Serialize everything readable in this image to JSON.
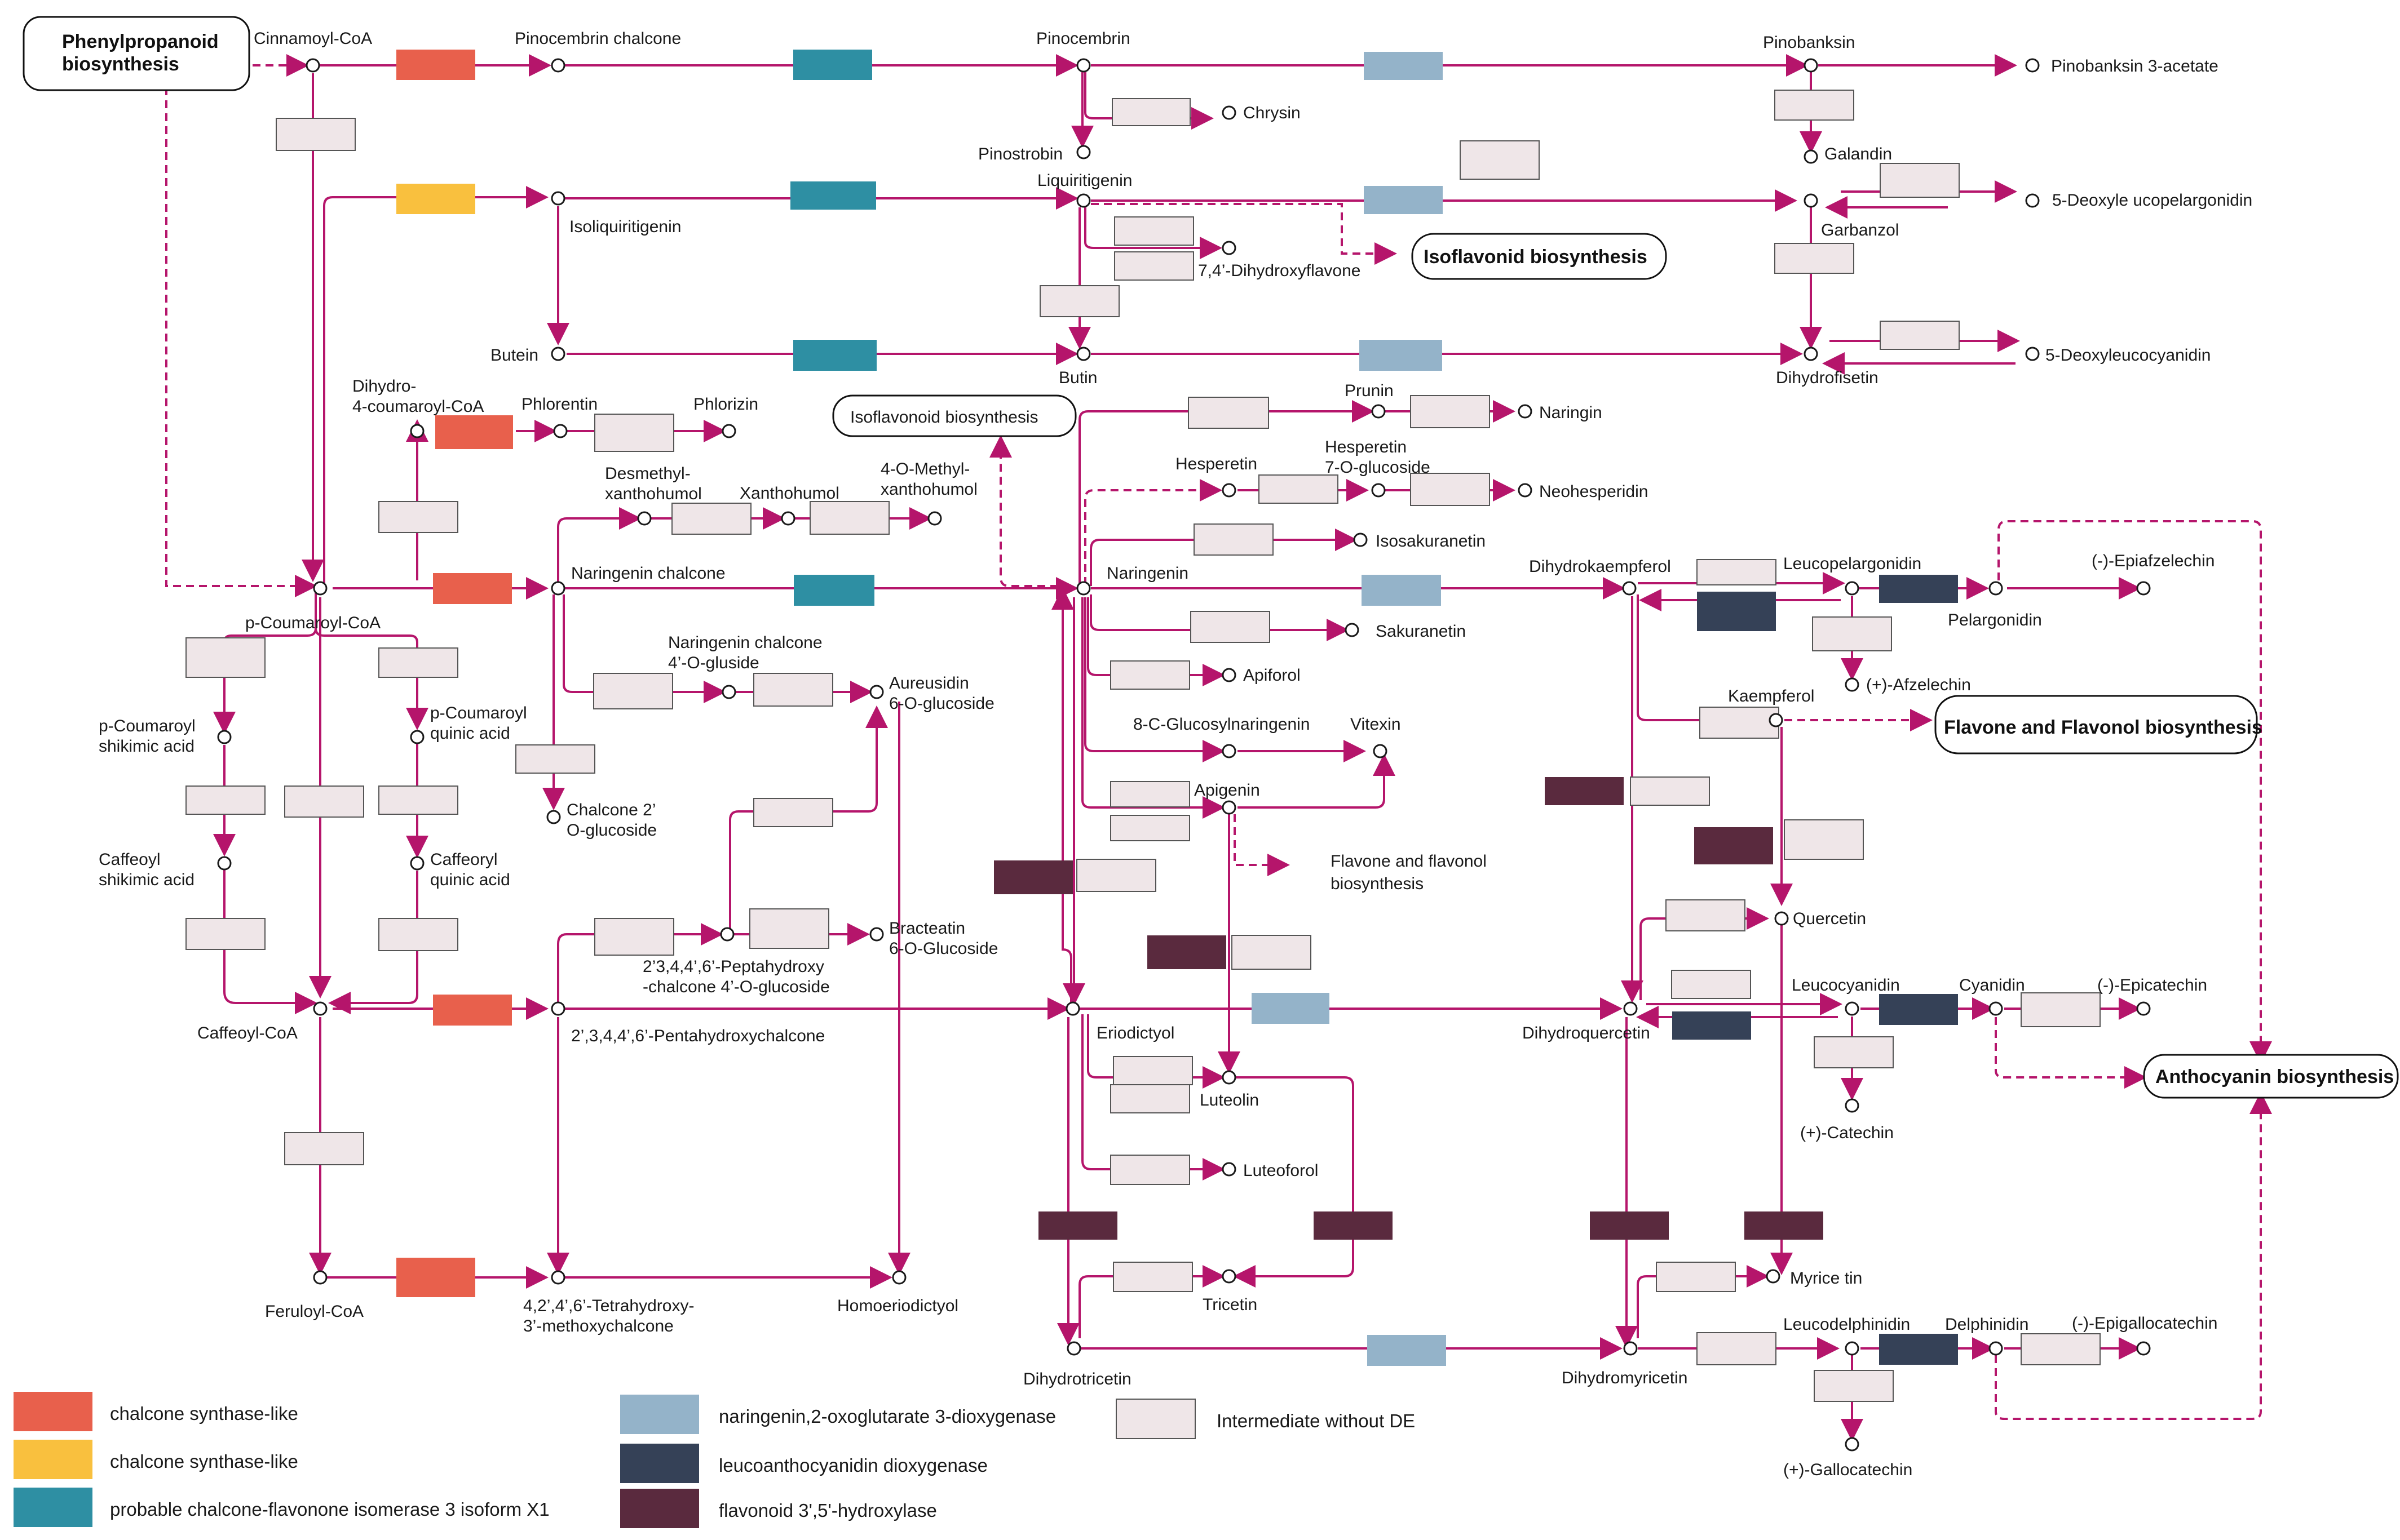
{
  "colors": {
    "edge": "#b5156b",
    "node_stroke": "#1a1a1a",
    "intermediate_fill": "#efe6e8",
    "intermediate_stroke": "#555555",
    "chs_red": "#e8604c",
    "chs_yellow": "#f9c03e",
    "chi_teal": "#2e8fa3",
    "f3h_lightblue": "#94b3c9",
    "ldox_navy": "#354157",
    "f35h_maroon": "#5a2a3e"
  },
  "pathways": {
    "phenylpropanoid": "Phenylpropanoid biosynthesis",
    "isoflavonid": "Isoflavonid biosynthesis",
    "isoflavonoid": "Isoflavonoid biosynthesis",
    "flavone_flavonol": "Flavone and Flavonol biosynthesis",
    "anthocyanin": "Anthocyanin biosynthesis",
    "flavone_flavonol_small": "Flavone and flavonol biosynthesis"
  },
  "compounds": {
    "cinnamoyl_coa": "Cinnamoyl-CoA",
    "pinocembrin_chalcone": "Pinocembrin chalcone",
    "pinocembrin": "Pinocembrin",
    "pinobanksin": "Pinobanksin",
    "pinobanksin_acetate": "Pinobanksin 3-acetate",
    "chrysin": "Chrysin",
    "pinostrobin": "Pinostrobin",
    "galandin": "Galandin",
    "liquiritigenin": "Liquiritigenin",
    "isoliquiritigenin": "Isoliquiritigenin",
    "deoxyleucopelargonidin": "5-Deoxyle ucopelargonidin",
    "garbanzol": "Garbanzol",
    "dihydroxyflavone": "7,4’-Dihydroxyflavone",
    "butein": "Butein",
    "butin": "Butin",
    "dihydrofisetin": "Dihydrofisetin",
    "deoxyleucocyanidin": "5-Deoxyleucocyanidin",
    "dihydro_coumaroyl": "Dihydro-\n4-coumaroyl-CoA",
    "phlorentin": "Phlorentin",
    "phlorizin": "Phlorizin",
    "prunin": "Prunin",
    "naringin": "Naringin",
    "hesperetin": "Hesperetin",
    "hesperetin_glucoside": "Hesperetin\n7-O-glucoside",
    "neohesperidin": "Neohesperidin",
    "desmethyl_xanthohumol": "Desmethyl-\nxanthohumol",
    "xanthohumol": "Xanthohumol",
    "methyl_xanthohumol": "4-O-Methyl-\nxanthohumol",
    "isosakuranetin": "Isosakuranetin",
    "naringenin_chalcone": "Naringenin chalcone",
    "naringenin": "Naringenin",
    "dihydrokaempferol": "Dihydrokaempferol",
    "leucopelargonidin": "Leucopelargonidin",
    "pelargonidin": "Pelargonidin",
    "epiafzelechin": "(-)-Epiafzelechin",
    "p_coumaroyl_coa": "p-Coumaroyl-CoA",
    "sakuranetin": "Sakuranetin",
    "afzelechin": "(+)-Afzelechin",
    "naringenin_chalcone_gluside": "Naringenin chalcone\n4’-O-gluside",
    "aureusidin": "Aureusidin\n6-O-glucoside",
    "apiforol": "Apiforol",
    "kaempferol": "Kaempferol",
    "p_coumaroyl_shikimic": "p-Coumaroyl\nshikimic acid",
    "p_coumaroyl_quinic": "p-Coumaroyl\nquinic acid",
    "glucosylnaringenin": "8-C-Glucosylnaringenin",
    "vitexin": "Vitexin",
    "chalcone_glucoside": "Chalcone 2’\nO-glucoside",
    "apigenin": "Apigenin",
    "caffeoyl_shikimic": "Caffeoyl\nshikimic acid",
    "caffeoyl_quinic": "Caffeoryl\nquinic acid",
    "quercetin": "Quercetin",
    "peptahydroxy_chalcone": "2’3,4,4’,6’-Peptahydroxy\n-chalcone 4’-O-glucoside",
    "bracteatin": "Bracteatin\n6-O-Glucoside",
    "caffeoyl_coa": "Caffeoyl-CoA",
    "pentahydroxychalcone": "2’,3,4,4’,6’-Pentahydroxychalcone",
    "eriodictyol": "Eriodictyol",
    "dihydroquercetin": "Dihydroquercetin",
    "leucocyanidin": "Leucocyanidin",
    "cyanidin": "Cyanidin",
    "epicatechin": "(-)-Epicatechin",
    "luteolin": "Luteolin",
    "catechin": "(+)-Catechin",
    "luteoforol": "Luteoforol",
    "myricetin": "Myrice tin",
    "feruloyl_coa": "Feruloyl-CoA",
    "tetrahydroxy_chalcone": "4,2’,4’,6’-Tetrahydroxy-\n3’-methoxychalcone",
    "homoeriodictyol": "Homoeriodictyol",
    "tricetin": "Tricetin",
    "dihydrotricetin": "Dihydrotricetin",
    "dihydromyricetin": "Dihydromyricetin",
    "leucodelphinidin": "Leucodelphinidin",
    "delphinidin": "Delphinidin",
    "epigallocatechin": "(-)-Epigallocatechin",
    "gallocatechin": "(+)-Gallocatechin"
  },
  "legend": [
    {
      "label": "chalcone synthase-like",
      "color": "#e8604c"
    },
    {
      "label": "chalcone synthase-like",
      "color": "#f9c03e"
    },
    {
      "label": "probable chalcone-flavonone isomerase 3 isoform X1",
      "color": "#2e8fa3"
    },
    {
      "label": "naringenin,2-oxoglutarate 3-dioxygenase",
      "color": "#94b3c9"
    },
    {
      "label": "leucoanthocyanidin dioxygenase",
      "color": "#354157"
    },
    {
      "label": "flavonoid 3',5'-hydroxylase",
      "color": "#5a2a3e"
    },
    {
      "label": "Intermediate without DE",
      "color": "#efe6e8"
    }
  ]
}
